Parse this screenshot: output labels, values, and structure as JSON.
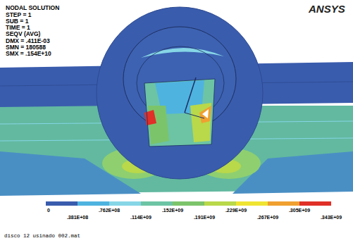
{
  "diagram": {
    "labels": [
      "NODAL SOLUTION",
      "STEP = 1",
      "SUB = 1",
      "TIME = 1",
      "SEQV (AVG)",
      "DMX = .411E-03",
      "SMN = 180588",
      "SMX = .154E+10",
      "ANSYS",
      ".343E+09",
      "disco 12 usinado 002.mat"
    ],
    "legend": [
      {
        "text": "0",
        "color": "#3a5cad"
      },
      {
        "text": ".381E+08",
        "color": "#4fb3e0"
      },
      {
        "text": ".762E+08",
        "color": "#86d6e6"
      },
      {
        "text": ".114E+09",
        "color": "#6cc4a4"
      },
      {
        "text": ".152E+09",
        "color": "#7cc46a"
      },
      {
        "text": ".191E+09",
        "color": "#b9d84a"
      },
      {
        "text": ".229E+09",
        "color": "#f0e432"
      },
      {
        "text": ".267E+09",
        "color": "#f0a030"
      },
      {
        "text": ".305E+09",
        "color": "#e03028"
      }
    ]
  }
}
